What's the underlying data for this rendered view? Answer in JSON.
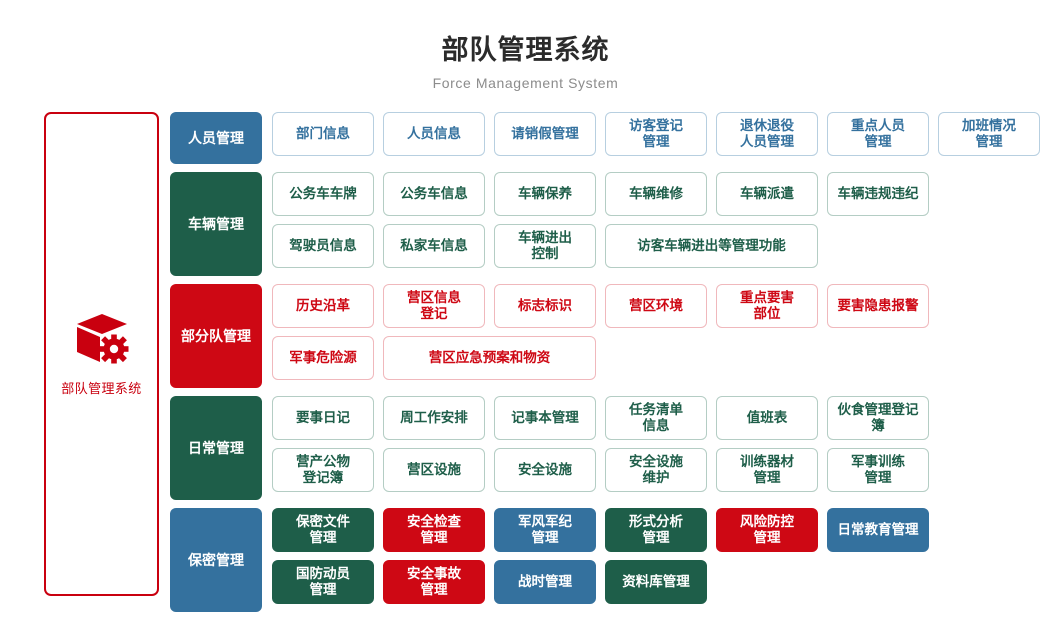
{
  "header": {
    "title": "部队管理系统",
    "subtitle": "Force Management System"
  },
  "brand": {
    "label": "部队管理系统",
    "icon": "cube-gear-icon",
    "color": "#c9000f"
  },
  "palette": {
    "blue": "#34719e",
    "green": "#1e5e49",
    "red": "#ce0814",
    "outline_blue": "#b7cfe0",
    "outline_green": "#b4cdc4",
    "outline_red": "#f0b8bc",
    "title_color": "#2b2b2b",
    "subtitle_color": "#8c8c8c"
  },
  "categories": [
    {
      "name": "人员管理",
      "color": "blue",
      "items": [
        {
          "label": "部门信息",
          "style": "out-blue",
          "wide": false
        },
        {
          "label": "人员信息",
          "style": "out-blue",
          "wide": false
        },
        {
          "label": "请销假管理",
          "style": "out-blue",
          "wide": false
        },
        {
          "label": "访客登记\n管理",
          "style": "out-blue",
          "wide": false
        },
        {
          "label": "退休退役\n人员管理",
          "style": "out-blue",
          "wide": false
        },
        {
          "label": "重点人员\n管理",
          "style": "out-blue",
          "wide": false
        },
        {
          "label": "加班情况\n管理",
          "style": "out-blue",
          "wide": false
        }
      ]
    },
    {
      "name": "车辆管理",
      "color": "green",
      "items": [
        {
          "label": "公务车车牌",
          "style": "out-green",
          "wide": false
        },
        {
          "label": "公务车信息",
          "style": "out-green",
          "wide": false
        },
        {
          "label": "车辆保养",
          "style": "out-green",
          "wide": false
        },
        {
          "label": "车辆维修",
          "style": "out-green",
          "wide": false
        },
        {
          "label": "车辆派遣",
          "style": "out-green",
          "wide": false
        },
        {
          "label": "车辆违规违纪",
          "style": "out-green",
          "wide": false
        },
        {
          "label": "驾驶员信息",
          "style": "out-green",
          "wide": false
        },
        {
          "label": "私家车信息",
          "style": "out-green",
          "wide": false
        },
        {
          "label": "车辆进出\n控制",
          "style": "out-green",
          "wide": false
        },
        {
          "label": "访客车辆进出等管理功能",
          "style": "out-green",
          "wide": true
        }
      ]
    },
    {
      "name": "部分队管理",
      "color": "red",
      "items": [
        {
          "label": "历史沿革",
          "style": "out-red",
          "wide": false
        },
        {
          "label": "营区信息\n登记",
          "style": "out-red",
          "wide": false
        },
        {
          "label": "标志标识",
          "style": "out-red",
          "wide": false
        },
        {
          "label": "营区环境",
          "style": "out-red",
          "wide": false
        },
        {
          "label": "重点要害\n部位",
          "style": "out-red",
          "wide": false
        },
        {
          "label": "要害隐患报警",
          "style": "out-red",
          "wide": false
        },
        {
          "label": "军事危险源",
          "style": "out-red",
          "wide": false
        },
        {
          "label": "营区应急预案和物资",
          "style": "out-red",
          "wide": true
        }
      ]
    },
    {
      "name": "日常管理",
      "color": "green",
      "items": [
        {
          "label": "要事日记",
          "style": "out-green",
          "wide": false
        },
        {
          "label": "周工作安排",
          "style": "out-green",
          "wide": false
        },
        {
          "label": "记事本管理",
          "style": "out-green",
          "wide": false
        },
        {
          "label": "任务清单\n信息",
          "style": "out-green",
          "wide": false
        },
        {
          "label": "值班表",
          "style": "out-green",
          "wide": false
        },
        {
          "label": "伙食管理登记簿",
          "style": "out-green",
          "wide": false
        },
        {
          "label": "营产公物\n登记簿",
          "style": "out-green",
          "wide": false
        },
        {
          "label": "营区设施",
          "style": "out-green",
          "wide": false
        },
        {
          "label": "安全设施",
          "style": "out-green",
          "wide": false
        },
        {
          "label": "安全设施\n维护",
          "style": "out-green",
          "wide": false
        },
        {
          "label": "训练器材\n管理",
          "style": "out-green",
          "wide": false
        },
        {
          "label": "军事训练\n管理",
          "style": "out-green",
          "wide": false
        }
      ]
    },
    {
      "name": "保密管理",
      "color": "blue",
      "items": [
        {
          "label": "保密文件\n管理",
          "style": "fill-green",
          "wide": false
        },
        {
          "label": "安全检查\n管理",
          "style": "fill-red",
          "wide": false
        },
        {
          "label": "军风军纪\n管理",
          "style": "fill-blue",
          "wide": false
        },
        {
          "label": "形式分析\n管理",
          "style": "fill-green",
          "wide": false
        },
        {
          "label": "风险防控\n管理",
          "style": "fill-red",
          "wide": false
        },
        {
          "label": "日常教育管理",
          "style": "fill-blue",
          "wide": false
        },
        {
          "label": "国防动员\n管理",
          "style": "fill-green",
          "wide": false
        },
        {
          "label": "安全事故\n管理",
          "style": "fill-red",
          "wide": false
        },
        {
          "label": "战时管理",
          "style": "fill-blue",
          "wide": false
        },
        {
          "label": "资料库管理",
          "style": "fill-green",
          "wide": false
        }
      ]
    }
  ]
}
